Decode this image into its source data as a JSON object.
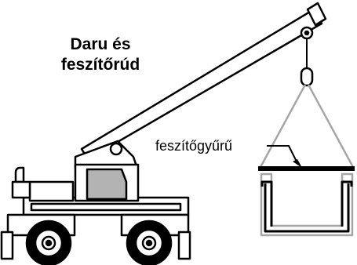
{
  "diagram": {
    "title_line1": "Daru és",
    "title_line2": "feszítőrúd",
    "callout_label": "feszítőgyűrű"
  },
  "colors": {
    "outline": "#000000",
    "background": "#ffffff",
    "window_glass": "#b3b3b3",
    "sling_and_trough": "#a6a6a6"
  },
  "icons": {
    "crane_truck": "crane-truck-icon",
    "load_trough": "trough-segment-icon"
  }
}
